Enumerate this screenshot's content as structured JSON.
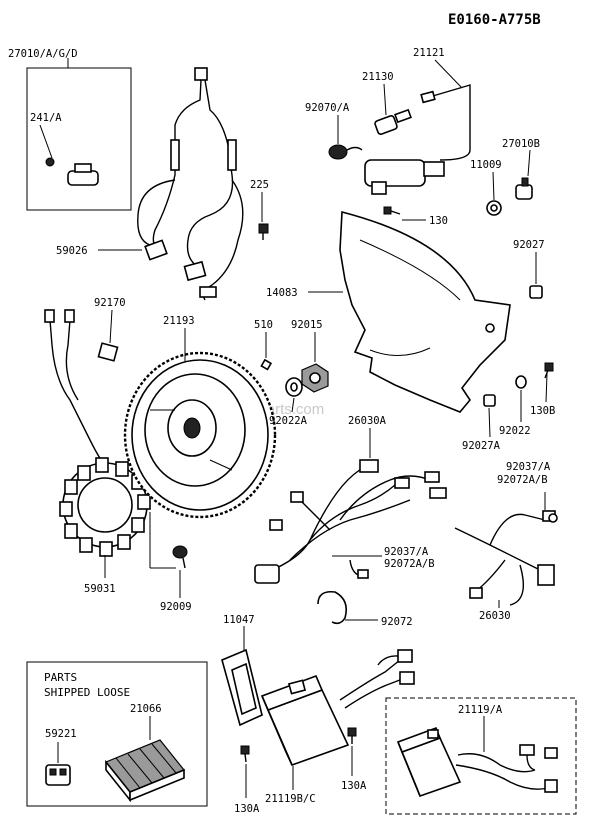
{
  "header": {
    "code": "E0160-A775B"
  },
  "watermark": "eReplacementParts.com",
  "loose_box": {
    "title_line1": "PARTS",
    "title_line2": "SHIPPED LOOSE"
  },
  "labels": {
    "p27010agd": "27010/A/G/D",
    "p241a": "241/A",
    "p59026": "59026",
    "p225": "225",
    "p21121": "21121",
    "p21130": "21130",
    "p92070a": "92070/A",
    "p27010b": "27010B",
    "p11009": "11009",
    "p130_top": "130",
    "p92027": "92027",
    "p14083": "14083",
    "p92170": "92170",
    "p21193": "21193",
    "p510": "510",
    "p92015": "92015",
    "p92022a": "92022A",
    "p26030a": "26030A",
    "p130b": "130B",
    "p92022": "92022",
    "p92027a": "92027A",
    "p92037a_r": "92037/A",
    "p92072ab_r": "92072A/B",
    "p92037a_m": "92037/A",
    "p92072ab_m": "92072A/B",
    "p59031": "59031",
    "p92009": "92009",
    "p26030": "26030",
    "p92072": "92072",
    "p11047": "11047",
    "p59221": "59221",
    "p21066": "21066",
    "p21119a": "21119/A",
    "p21119bc": "21119B/C",
    "p130a_l": "130A",
    "p130a_r": "130A"
  }
}
